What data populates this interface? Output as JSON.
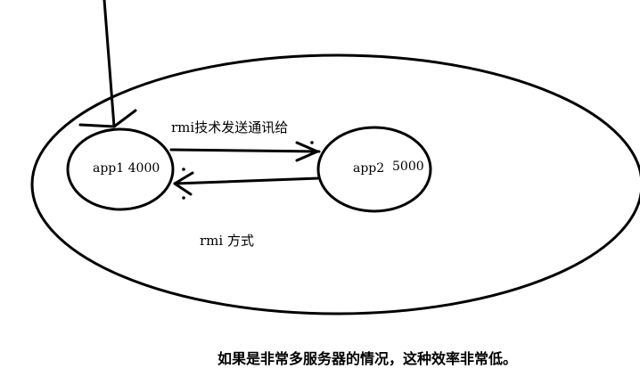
{
  "nodes": {
    "app1": {
      "label": "app1 4000"
    },
    "app2": {
      "label": "app2",
      "port": "5000"
    }
  },
  "edges": {
    "forward": {
      "label": "rmi技术发送通讯给"
    }
  },
  "container": {
    "label": "rmi 方式"
  },
  "footer": {
    "note": "如果是非常多服务器的情况，这种效率非常低。"
  }
}
